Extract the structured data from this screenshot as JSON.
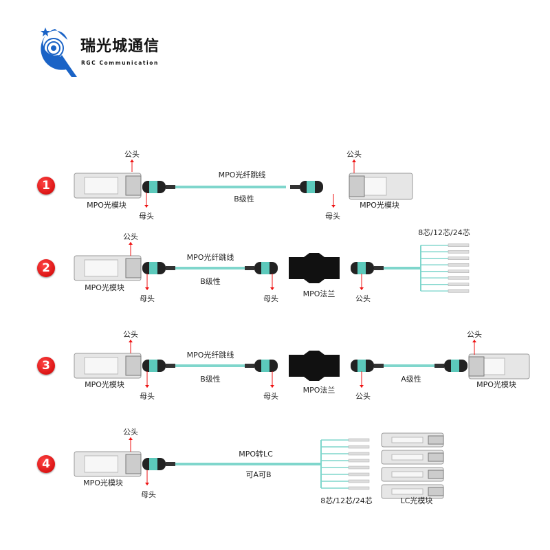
{
  "logo": {
    "name": "瑞光城通信",
    "subtitle": "RGC Communication"
  },
  "colors": {
    "cable": "#7fd6cc",
    "marker": "#e11",
    "brand": "#1a63c6"
  },
  "rows": [
    {
      "number": "1",
      "male1": "公头",
      "female1": "母头",
      "cable": "MPO光纤跳线",
      "polarity": "B级性",
      "module_left": "MPO光模块",
      "female2": "母头",
      "male2": "公头",
      "module_right": "MPO光模块"
    },
    {
      "number": "2",
      "male1": "公头",
      "female1": "母头",
      "cable": "MPO光纤跳线",
      "polarity": "B级性",
      "module_left": "MPO光模块",
      "female2": "母头",
      "flange": "MPO法兰",
      "male2": "公头",
      "fanout": "8芯/12芯/24芯"
    },
    {
      "number": "3",
      "male1": "公头",
      "female1": "母头",
      "cable": "MPO光纤跳线",
      "polarity": "B级性",
      "module_left": "MPO光模块",
      "female2": "母头",
      "flange": "MPO法兰",
      "male2": "公头",
      "polarity2": "A级性",
      "male3": "公头",
      "module_right": "MPO光模块"
    },
    {
      "number": "4",
      "male1": "公头",
      "female1": "母头",
      "cable": "MPO转LC",
      "polarity": "可A可B",
      "module_left": "MPO光模块",
      "fanout": "8芯/12芯/24芯",
      "lc_module": "LC光模块"
    }
  ]
}
